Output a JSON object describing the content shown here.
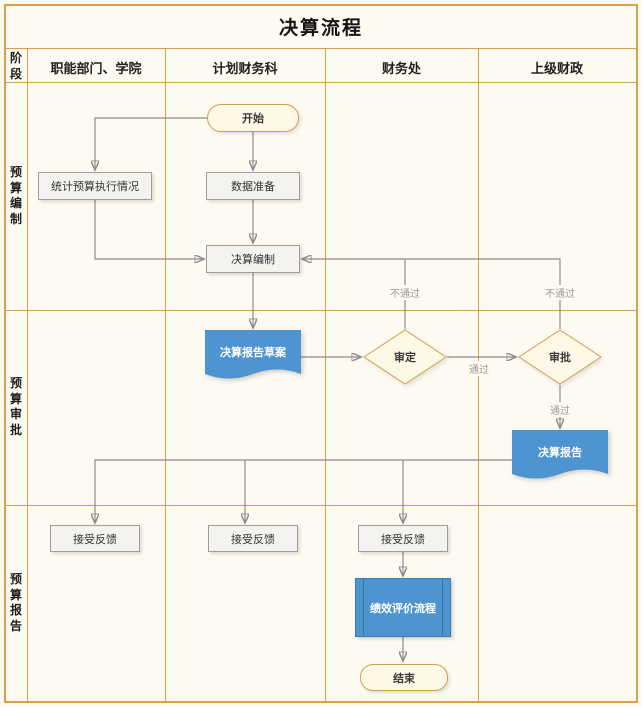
{
  "title": "决算流程",
  "header": {
    "stage": "阶段",
    "columns": [
      "职能部门、学院",
      "计划财务科",
      "财务处",
      "上级财政"
    ]
  },
  "stages": [
    "预算编制",
    "预算审批",
    "预算报告"
  ],
  "nodes": {
    "start": "开始",
    "collect_stats": "统计预算执行情况",
    "data_prep": "数据准备",
    "final_accounts_prep": "决算编制",
    "draft_report": "决算报告草案",
    "review": "审定",
    "approval": "审批",
    "final_report": "决算报告",
    "feedback": "接受反馈",
    "performance_eval": "绩效评价流程",
    "end": "结束"
  },
  "edge_labels": {
    "fail": "不通过",
    "pass": "通过"
  },
  "edges": [
    {
      "from": "start",
      "to": "collect_stats"
    },
    {
      "from": "start",
      "to": "data_prep"
    },
    {
      "from": "collect_stats",
      "to": "final_accounts_prep"
    },
    {
      "from": "data_prep",
      "to": "final_accounts_prep"
    },
    {
      "from": "final_accounts_prep",
      "to": "draft_report"
    },
    {
      "from": "draft_report",
      "to": "review"
    },
    {
      "from": "review",
      "to": "approval",
      "label": "通过"
    },
    {
      "from": "review",
      "to": "final_accounts_prep",
      "label": "不通过"
    },
    {
      "from": "approval",
      "to": "final_accounts_prep",
      "label": "不通过"
    },
    {
      "from": "approval",
      "to": "final_report",
      "label": "通过"
    },
    {
      "from": "final_report",
      "to": "feedback-dept"
    },
    {
      "from": "final_report",
      "to": "feedback-plan"
    },
    {
      "from": "final_report",
      "to": "feedback-finance"
    },
    {
      "from": "feedback-finance",
      "to": "performance_eval"
    },
    {
      "from": "performance_eval",
      "to": "end"
    }
  ],
  "colors": {
    "background": "#FDFAF1",
    "grid": "#DBA04C",
    "process_fill": "#F4F3F0",
    "process_border": "#9D9D9D",
    "accent_fill": "#FEF8E6",
    "accent_border": "#D2A04C",
    "blue": "#4D94D0",
    "arrow": "#8C8C8C"
  }
}
